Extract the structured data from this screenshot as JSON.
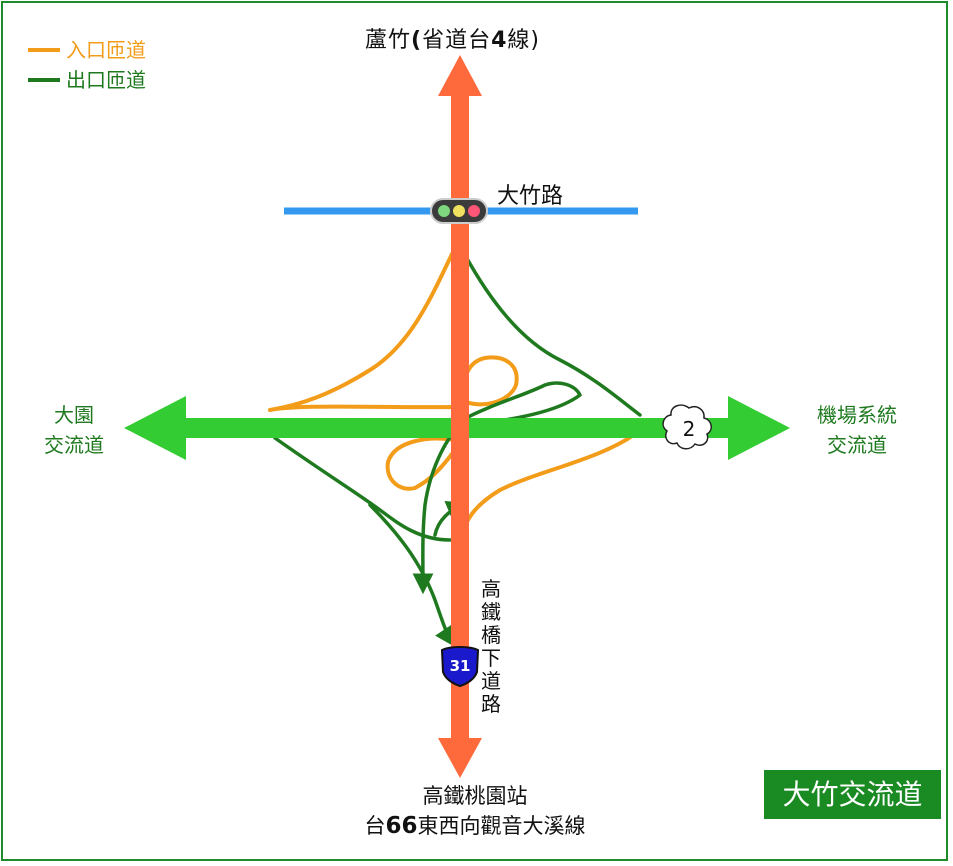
{
  "legend": {
    "entrance": {
      "label": "入口匝道",
      "color": "#f39c1a"
    },
    "exit": {
      "label": "出口匝道",
      "color": "#1f7a1f"
    }
  },
  "labels": {
    "north_prefix": "蘆竹",
    "north_paren_open": "(",
    "north_inner": "省道台",
    "north_num": "4",
    "north_suffix": "線)",
    "cross_road": "大竹路",
    "west_line1": "大園",
    "west_line2": "交流道",
    "east_line1": "機場系統",
    "east_line2": "交流道",
    "vertical": "高鐵橋下道路",
    "south_line1": "高鐵桃園站",
    "south_prefix": "台",
    "south_num": "66",
    "south_suffix": "東西向觀音大溪線"
  },
  "shields": {
    "freeway": "2",
    "provincial": "31"
  },
  "badge": "大竹交流道",
  "colors": {
    "main_road": "#ff6a3d",
    "expressway": "#33cc33",
    "local_road": "#3399ee",
    "entrance": "#f39c1a",
    "exit": "#1f7a1f",
    "shield_blue": "#1a1acc",
    "frame": "#1f8b2b"
  }
}
